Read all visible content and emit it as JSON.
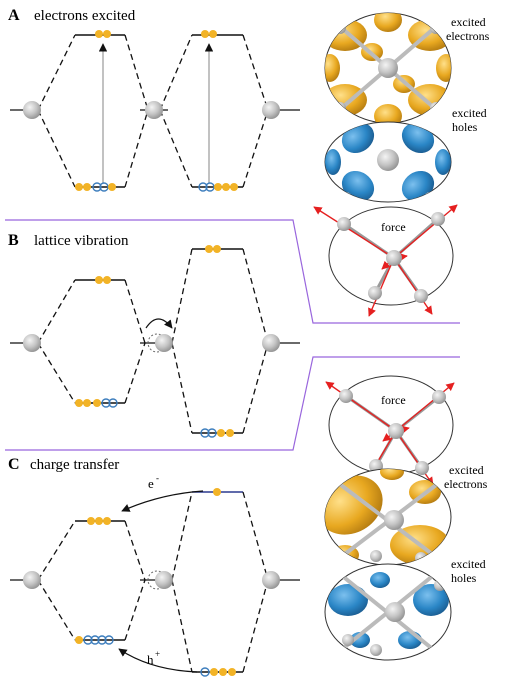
{
  "panels": {
    "a": {
      "letter": "A",
      "title": "electrons excited"
    },
    "b": {
      "letter": "B",
      "title": "lattice vibration"
    },
    "c": {
      "letter": "C",
      "title": "charge transfer"
    }
  },
  "labels": {
    "excited_electrons": [
      "excited",
      "electrons"
    ],
    "excited_holes": [
      "excited",
      "holes"
    ],
    "force": "force",
    "electron_arrow": "e",
    "electron_arrow_sup": "-",
    "hole_arrow": "h",
    "hole_arrow_sup": "+"
  },
  "colors": {
    "electron_gold": "#f2b326",
    "hole_blue": "#3c7dbd",
    "atom_gray": "#bdbdbd",
    "force_red": "#e52020",
    "divider_purple": "#9966dd",
    "orbital_gold": "#e1a420",
    "orbital_blue": "#2f8bc7"
  }
}
